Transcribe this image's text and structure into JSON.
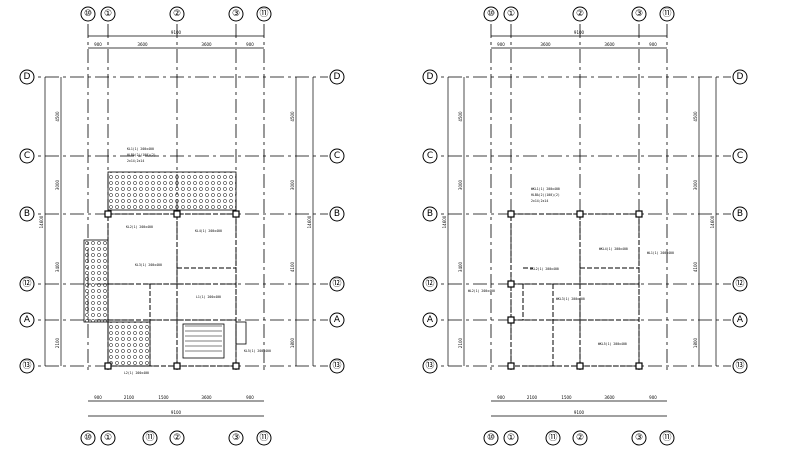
{
  "plans": [
    {
      "id": "left",
      "col_labels": [
        "⑩",
        "①",
        "②",
        "③",
        "⑪"
      ],
      "bottom_col_labels": [
        "⑩",
        "①",
        "⑪",
        "②",
        "③",
        "⑪"
      ],
      "row_labels": [
        "D",
        "C",
        "B",
        "⑫",
        "A",
        "⑬"
      ],
      "dims_top_total": "9100",
      "dims_top": [
        "900",
        "3600",
        "3600",
        "900"
      ],
      "dims_bottom_total": "9100",
      "dims_bottom": [
        "900",
        "2100",
        "1500",
        "3600",
        "900"
      ],
      "dims_left_total": "14600",
      "dims_left": [
        "4500",
        "3000",
        "3400",
        "2100"
      ],
      "dims_right_total": "14600",
      "dims_right": [
        "4500",
        "3000",
        "4100",
        "1800"
      ],
      "notes": [
        "KL1(1) 200x400",
        "HLBA(2)(100)(2)",
        "2x14;2x14",
        "KL2(1) 200x400",
        "KL3(1) 200x400",
        "KL4(1) 200x400",
        "L1(1) 200x400",
        "L2(1) 200x400",
        "KL5(1) 200x400"
      ]
    },
    {
      "id": "right",
      "col_labels": [
        "⑩",
        "①",
        "②",
        "③",
        "⑪"
      ],
      "bottom_col_labels": [
        "⑩",
        "①",
        "⑪",
        "②",
        "③",
        "⑪"
      ],
      "row_labels": [
        "D",
        "C",
        "B",
        "⑫",
        "A",
        "⑬"
      ],
      "dims_top_total": "9100",
      "dims_top": [
        "900",
        "3600",
        "3600",
        "900"
      ],
      "dims_bottom_total": "9100",
      "dims_bottom": [
        "900",
        "2100",
        "1500",
        "3600",
        "900"
      ],
      "dims_left_total": "14600",
      "dims_left": [
        "4500",
        "3000",
        "3400",
        "2100"
      ],
      "dims_right_total": "14600",
      "dims_right": [
        "4500",
        "3000",
        "4100",
        "1800"
      ],
      "notes": [
        "WKL1(1) 200x400",
        "HLBA(2)(100)(2)",
        "2x14;2x14",
        "WKL2(1) 200x400",
        "WKL3(1) 200x400",
        "WKL4(1) 200x400",
        "WL1(1) 200x400",
        "WL2(1) 200x400",
        "WKL5(1) 200x400"
      ]
    }
  ],
  "colors": {
    "line": "#000000",
    "background": "#ffffff"
  }
}
